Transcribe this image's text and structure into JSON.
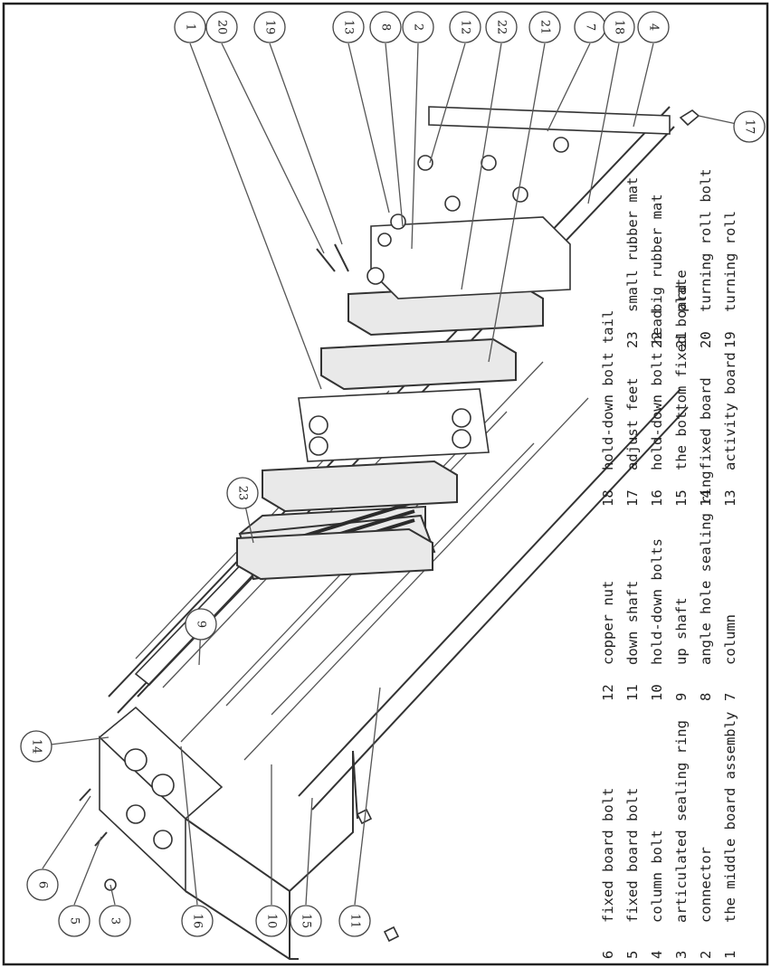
{
  "callouts": [
    "1",
    "20",
    "19",
    "13",
    "8",
    "2",
    "12",
    "22",
    "21",
    "7",
    "18",
    "4",
    "17",
    "23",
    "9",
    "14",
    "6",
    "5",
    "3",
    "16",
    "10",
    "15",
    "11"
  ],
  "legend": [
    {
      "num": "1",
      "label": "the middle board assembly"
    },
    {
      "num": "2",
      "label": "connector"
    },
    {
      "num": "3",
      "label": "articulated sealing ring"
    },
    {
      "num": "4",
      "label": "column bolt"
    },
    {
      "num": "5",
      "label": "fixed board bolt"
    },
    {
      "num": "6",
      "label": "fixed board bolt"
    },
    {
      "num": "7",
      "label": "column"
    },
    {
      "num": "8",
      "label": "angle hole sealing ring"
    },
    {
      "num": "9",
      "label": "up shaft"
    },
    {
      "num": "10",
      "label": "hold-down bolts"
    },
    {
      "num": "11",
      "label": "down shaft"
    },
    {
      "num": "12",
      "label": "copper nut"
    },
    {
      "num": "13",
      "label": "activity board"
    },
    {
      "num": "14",
      "label": "fixed board"
    },
    {
      "num": "15",
      "label": "the bottom fixed board"
    },
    {
      "num": "16",
      "label": "hold-down bolt head"
    },
    {
      "num": "17",
      "label": "adjust feet"
    },
    {
      "num": "18",
      "label": "hold-down bolt tail"
    },
    {
      "num": "19",
      "label": "turning roll"
    },
    {
      "num": "20",
      "label": "turning roll bolt"
    },
    {
      "num": "21",
      "label": "plate"
    },
    {
      "num": "22",
      "label": "big rubber mat"
    },
    {
      "num": "23",
      "label": "small rubber mat"
    }
  ]
}
